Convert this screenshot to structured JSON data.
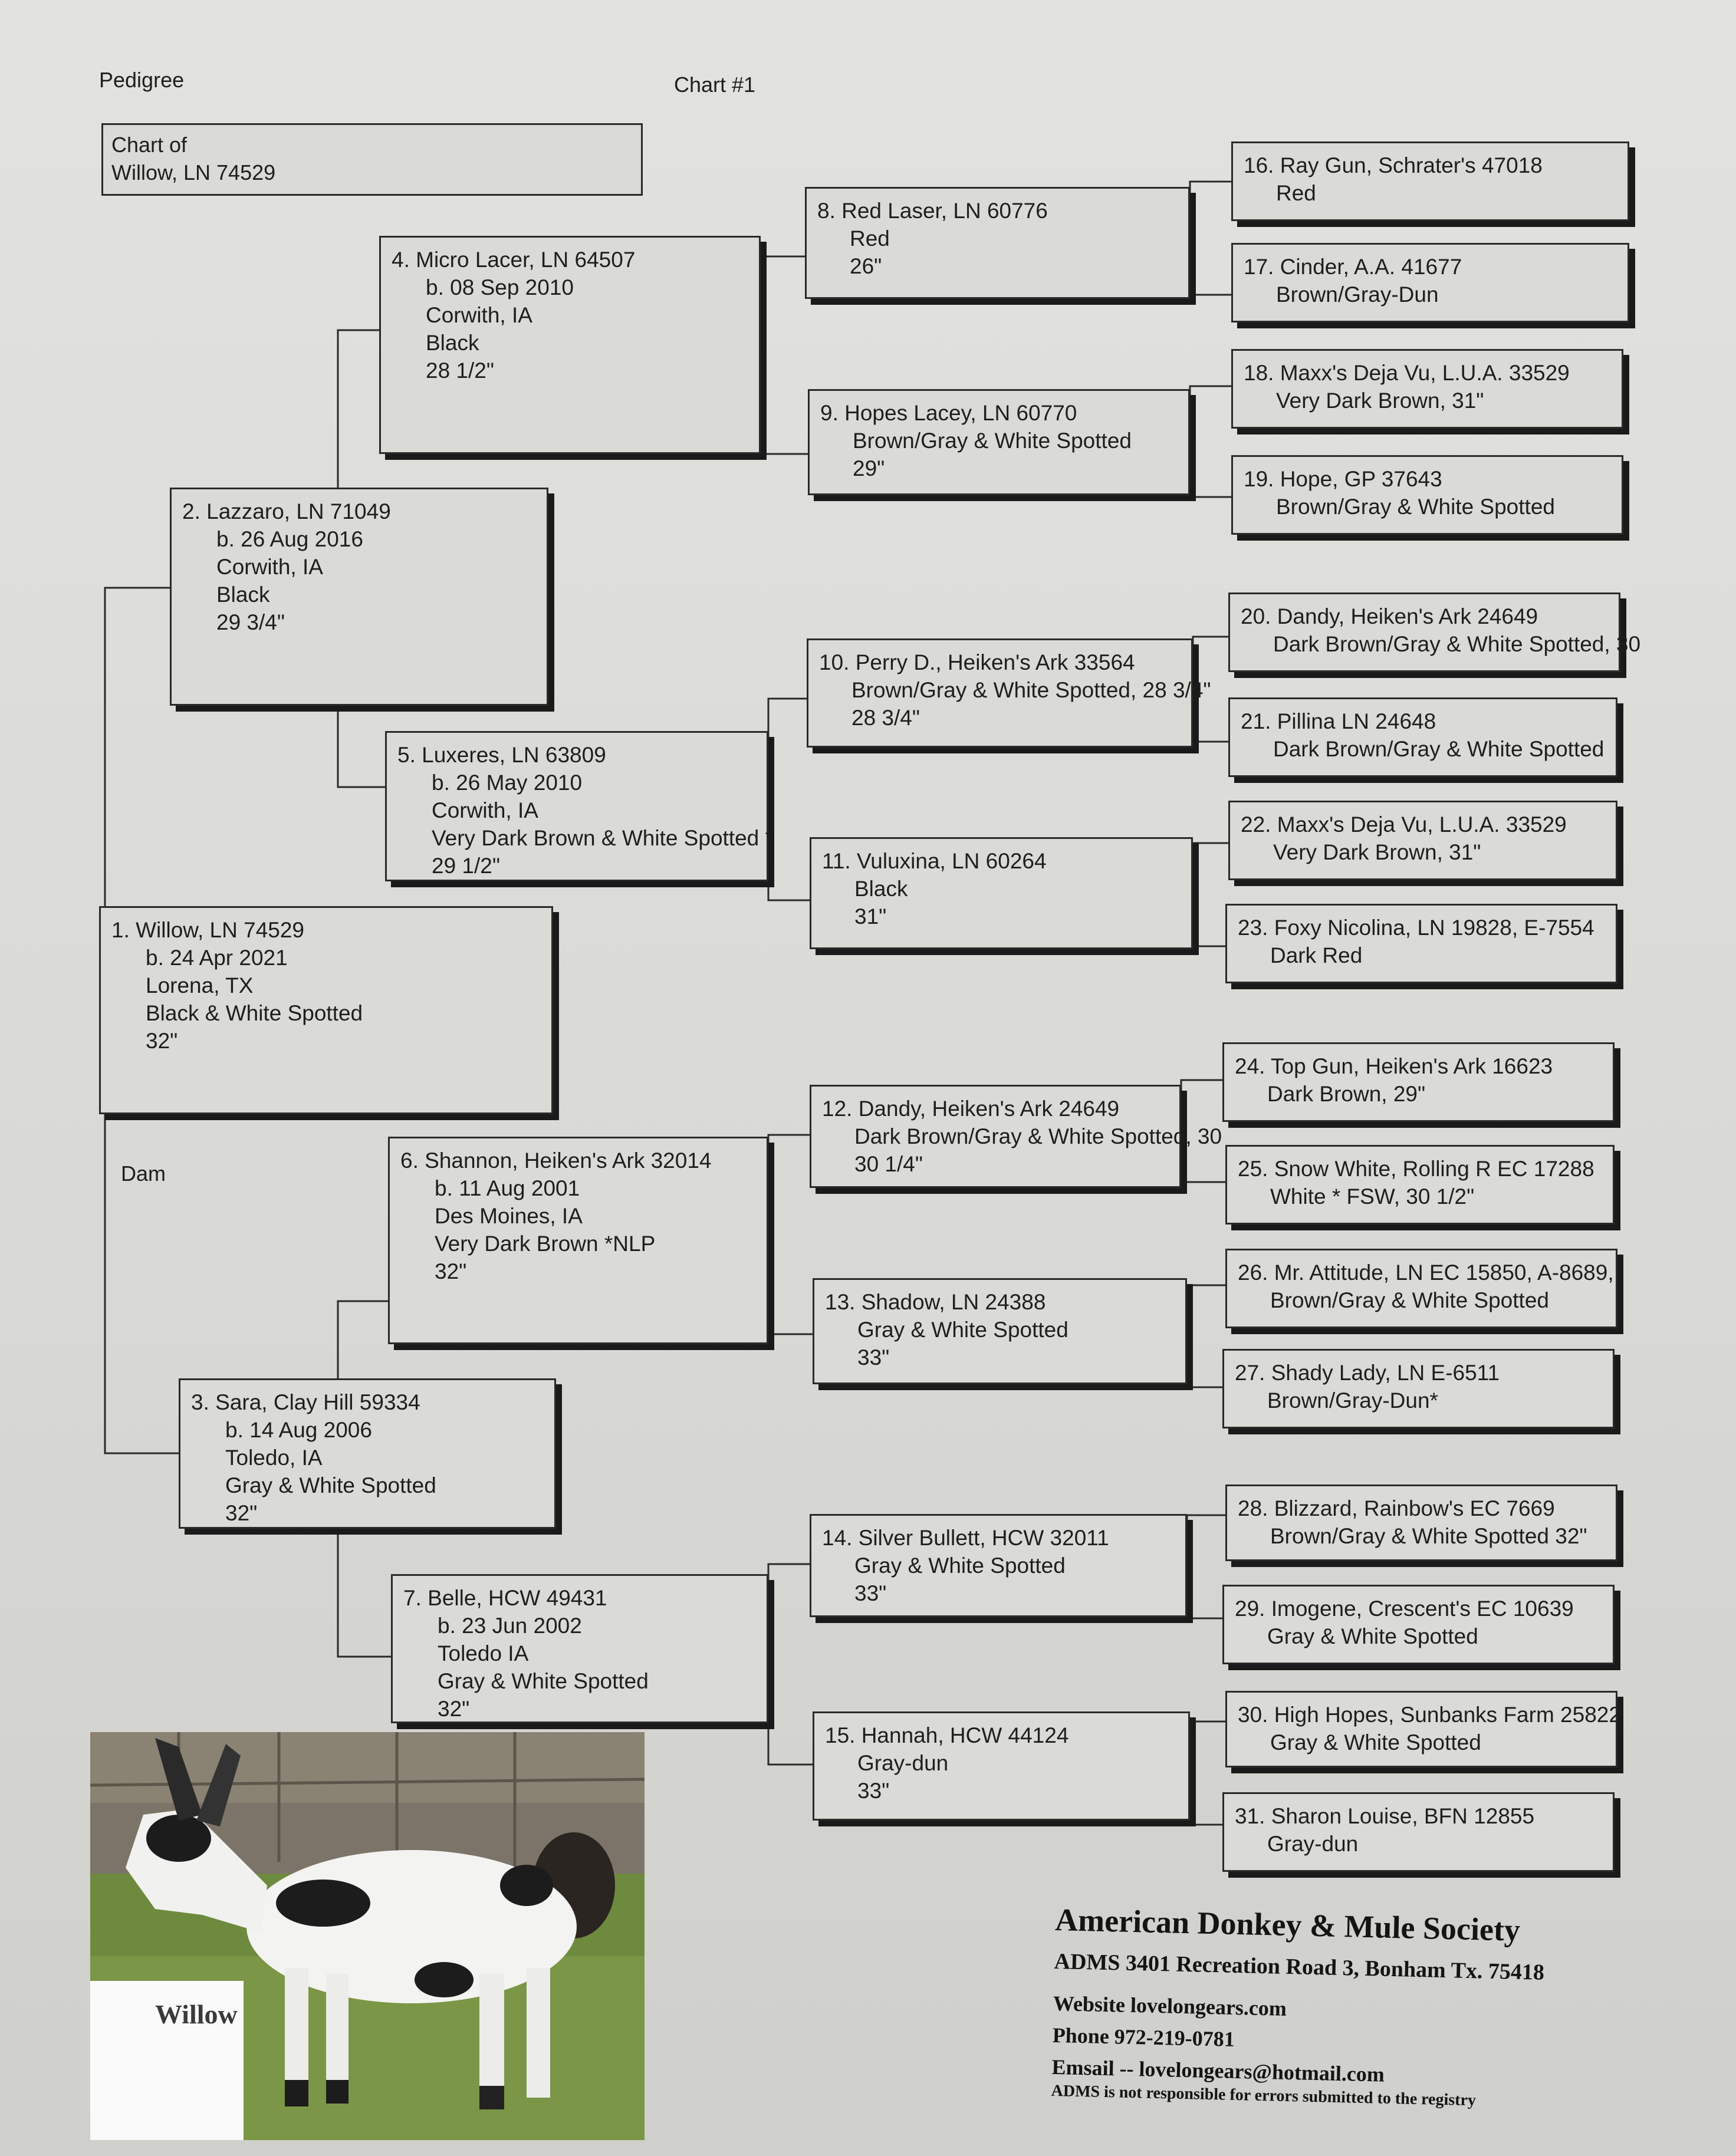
{
  "header": {
    "left": "Pedigree",
    "center": "Chart #1"
  },
  "chart_of": {
    "line1": "Chart of",
    "line2": "Willow, LN 74529"
  },
  "dam_label": "Dam",
  "animals": {
    "a1": [
      "1. Willow, LN 74529",
      "b. 24 Apr 2021",
      "Lorena, TX",
      "Black & White Spotted",
      "32\""
    ],
    "a2": [
      "2. Lazzaro, LN 71049",
      "b. 26 Aug 2016",
      "Corwith, IA",
      "Black",
      "29 3/4\""
    ],
    "a3": [
      "3. Sara, Clay Hill 59334",
      "b. 14 Aug 2006",
      "Toledo, IA",
      "Gray & White Spotted",
      "32\""
    ],
    "a4": [
      "4. Micro Lacer, LN 64507",
      "b. 08 Sep 2010",
      "Corwith, IA",
      "Black",
      "28 1/2\""
    ],
    "a5": [
      "5. Luxeres, LN 63809",
      "b. 26 May 2010",
      "Corwith, IA",
      "Very Dark Brown & White Spotted *",
      "29 1/2\""
    ],
    "a6": [
      "6. Shannon, Heiken's Ark 32014",
      "b. 11 Aug 2001",
      "Des Moines, IA",
      "Very Dark Brown *NLP",
      "32\""
    ],
    "a7": [
      "7. Belle, HCW 49431",
      "b. 23 Jun 2002",
      "Toledo IA",
      "Gray & White Spotted",
      "32\""
    ],
    "a8": [
      "8. Red Laser, LN 60776",
      "Red",
      "26\""
    ],
    "a9": [
      "9. Hopes Lacey, LN 60770",
      "Brown/Gray & White Spotted",
      "29\""
    ],
    "a10": [
      "10. Perry D., Heiken's Ark 33564",
      "Brown/Gray & White Spotted, 28 3/4\"",
      "28 3/4\""
    ],
    "a11": [
      "11. Vuluxina, LN 60264",
      "Black",
      "31\""
    ],
    "a12": [
      "12. Dandy, Heiken's Ark 24649",
      "Dark Brown/Gray & White Spotted, 30",
      "30 1/4\""
    ],
    "a13": [
      "13. Shadow, LN 24388",
      "Gray & White Spotted",
      "33\""
    ],
    "a14": [
      "14. Silver Bullett, HCW 32011",
      "Gray & White Spotted",
      "33\""
    ],
    "a15": [
      "15. Hannah, HCW 44124",
      "Gray-dun",
      "33\""
    ],
    "a16": [
      "16. Ray Gun, Schrater's 47018",
      "Red"
    ],
    "a17": [
      "17. Cinder, A.A. 41677",
      "Brown/Gray-Dun"
    ],
    "a18": [
      "18. Maxx's Deja Vu, L.U.A. 33529",
      "Very Dark Brown, 31\""
    ],
    "a19": [
      "19. Hope, GP 37643",
      "Brown/Gray & White Spotted"
    ],
    "a20": [
      "20. Dandy, Heiken's Ark 24649",
      "Dark Brown/Gray & White Spotted, 30"
    ],
    "a21": [
      "21. Pillina LN 24648",
      "Dark Brown/Gray & White Spotted"
    ],
    "a22": [
      "22. Maxx's Deja Vu, L.U.A. 33529",
      "Very Dark Brown, 31\""
    ],
    "a23": [
      "23. Foxy Nicolina, LN 19828, E-7554",
      "Dark Red"
    ],
    "a24": [
      "24. Top Gun, Heiken's Ark 16623",
      "Dark Brown, 29\""
    ],
    "a25": [
      "25. Snow White, Rolling R EC 17288",
      "White * FSW, 30 1/2\""
    ],
    "a26": [
      "26. Mr. Attitude, LN EC 15850, A-8689,",
      "Brown/Gray & White Spotted"
    ],
    "a27": [
      "27. Shady Lady, LN E-6511",
      "Brown/Gray-Dun*"
    ],
    "a28": [
      "28. Blizzard, Rainbow's EC 7669",
      "Brown/Gray & White Spotted   32\""
    ],
    "a29": [
      "29. Imogene, Crescent's EC 10639",
      "Gray &  White Spotted"
    ],
    "a30": [
      "30. High Hopes, Sunbanks Farm 25822",
      "Gray & White Spotted"
    ],
    "a31": [
      "31. Sharon Louise, BFN 12855",
      "Gray-dun"
    ]
  },
  "photo": {
    "label": "Willow"
  },
  "society": {
    "name": "American Donkey & Mule Society",
    "address": "ADMS 3401 Recreation Road 3, Bonham Tx. 75418",
    "website": "Website  lovelongears.com",
    "phone": "Phone  972-219-0781",
    "email": "Emsail -- lovelongears@hotmail.com",
    "disclaimer": "ADMS is not responsible for errors submitted to the registry"
  }
}
